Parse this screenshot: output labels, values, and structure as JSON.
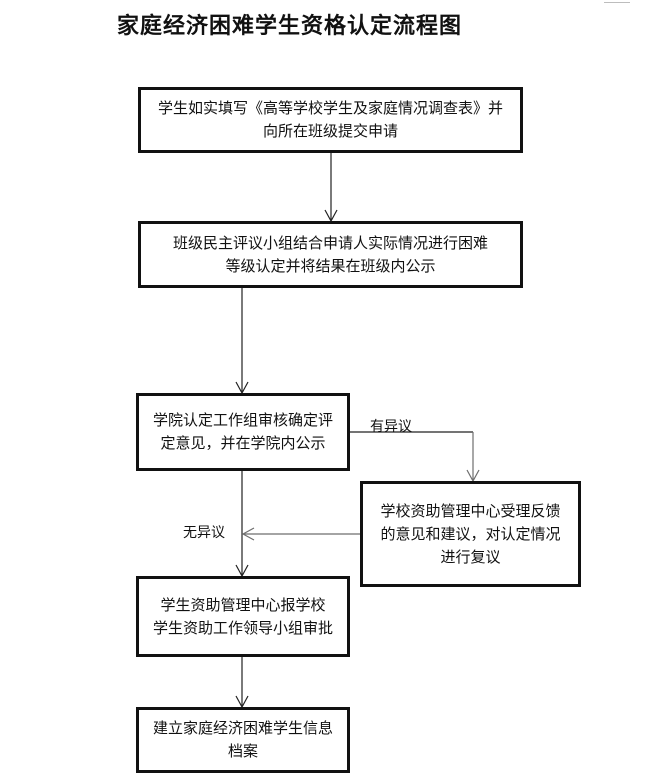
{
  "title": "家庭经济困难学生资格认定流程图",
  "steps": [
    {
      "id": "submit-application",
      "lines": [
        "学生如实填写《高等学校学生及家庭情况调查表》并",
        "向所在班级提交申请"
      ]
    },
    {
      "id": "class-evaluation",
      "lines": [
        "班级民主评议小组结合申请人实际情况进行困难",
        "等级认定并将结果在班级内公示"
      ]
    },
    {
      "id": "college-review",
      "lines": [
        "学院认定工作组审核确定评",
        "定意见，并在学院内公示"
      ]
    },
    {
      "id": "center-reexamine",
      "lines": [
        "学校资助管理中心受理反馈",
        "的意见和建议，对认定情况",
        "进行复议"
      ]
    },
    {
      "id": "leadership-approval",
      "lines": [
        "学生资助管理中心报学校",
        "学生资助工作领导小组审批"
      ]
    },
    {
      "id": "create-archive",
      "lines": [
        "建立家庭经济困难学生信息",
        "档案"
      ]
    }
  ],
  "branch_labels": {
    "has_objection": "有异议",
    "no_objection": "无异议"
  },
  "colors": {
    "border": "#111111",
    "arrow": "#222222",
    "objection_arrow": "#6e6e6e"
  }
}
